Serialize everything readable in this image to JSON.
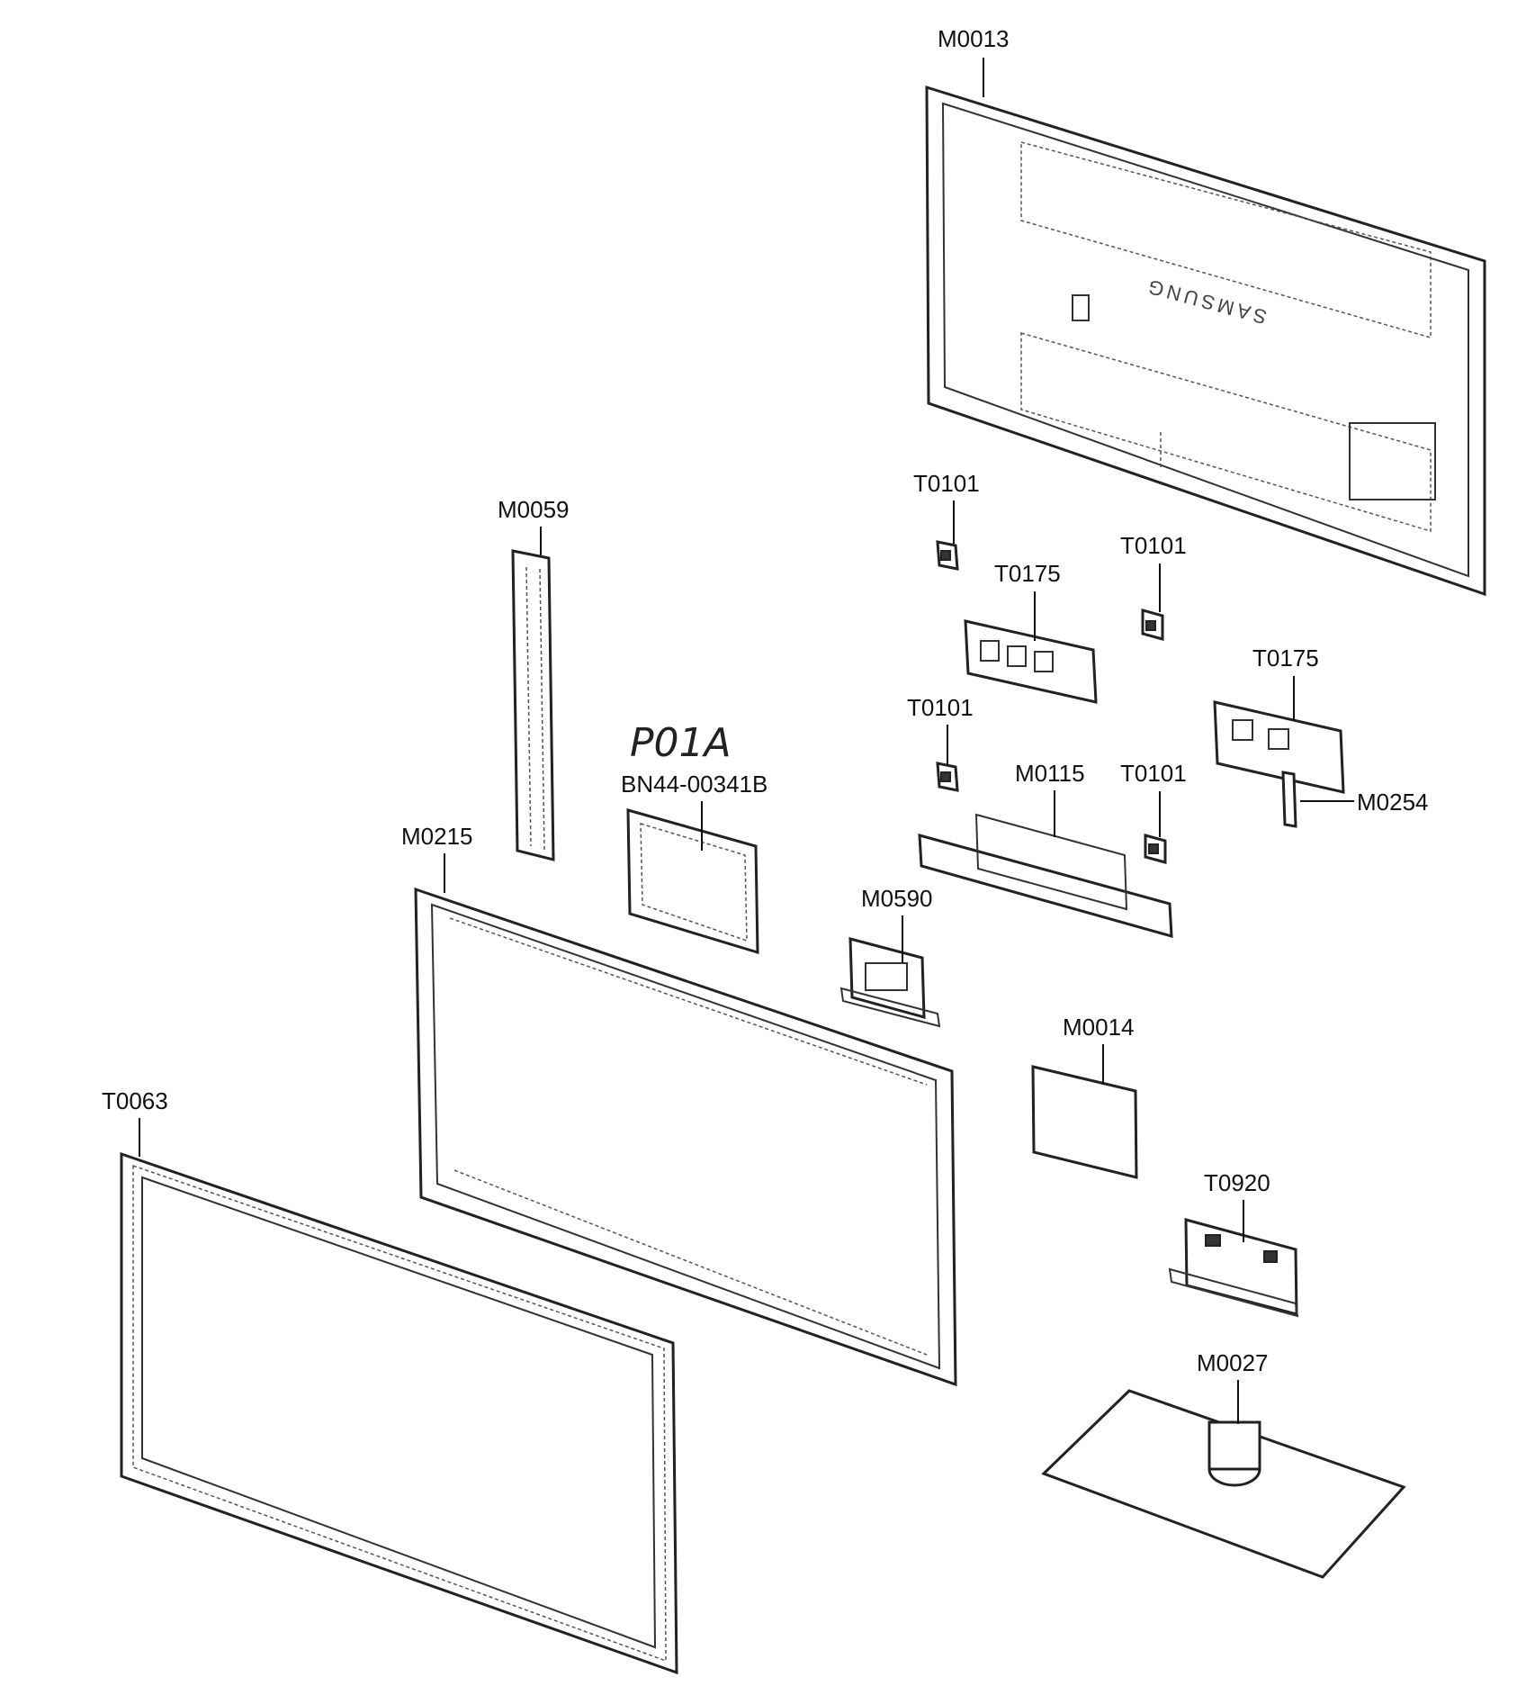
{
  "handwritten_note": "P01A",
  "brand_mark": "SAMSUNG",
  "callouts": [
    {
      "id": "m0013",
      "text": "M0013"
    },
    {
      "id": "m0059",
      "text": "M0059"
    },
    {
      "id": "t0101-a",
      "text": "T0101"
    },
    {
      "id": "t0101-b",
      "text": "T0101"
    },
    {
      "id": "t0101-c",
      "text": "T0101"
    },
    {
      "id": "t0101-d",
      "text": "T0101"
    },
    {
      "id": "t0175-a",
      "text": "T0175"
    },
    {
      "id": "t0175-b",
      "text": "T0175"
    },
    {
      "id": "bn44",
      "text": "BN44-00341B"
    },
    {
      "id": "m0215",
      "text": "M0215"
    },
    {
      "id": "m0115",
      "text": "M0115"
    },
    {
      "id": "m0254",
      "text": "M0254"
    },
    {
      "id": "m0590",
      "text": "M0590"
    },
    {
      "id": "m0014",
      "text": "M0014"
    },
    {
      "id": "t0063",
      "text": "T0063"
    },
    {
      "id": "t0920",
      "text": "T0920"
    },
    {
      "id": "m0027",
      "text": "M0027"
    }
  ]
}
